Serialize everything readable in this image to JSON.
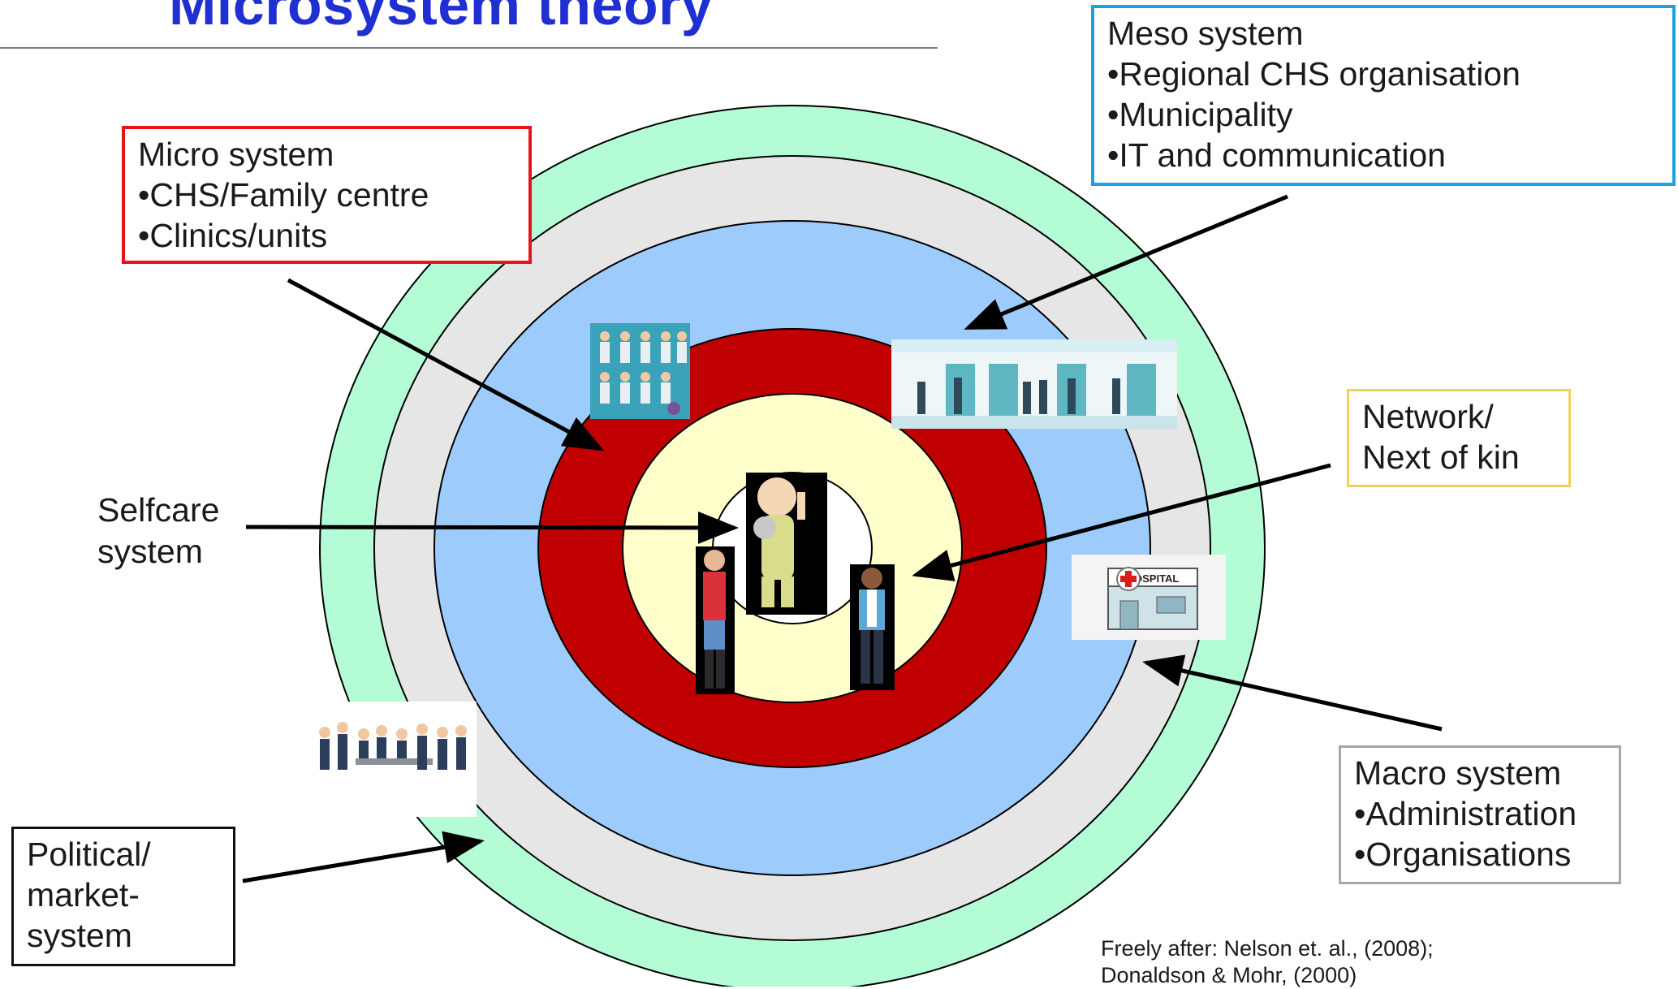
{
  "title": "Microsystem theory",
  "micro_box": {
    "heading": "Micro system",
    "items": [
      "•CHS/Family centre",
      "•Clinics/units"
    ]
  },
  "meso_box": {
    "heading": "Meso system",
    "items": [
      "•Regional CHS organisation",
      "•Municipality",
      "•IT and communication"
    ]
  },
  "network_box": {
    "lines": [
      "Network/",
      "Next of kin"
    ]
  },
  "macro_box": {
    "heading": "Macro system",
    "items": [
      "•Administration",
      "•Organisations"
    ]
  },
  "political_box": {
    "lines": [
      "Political/",
      "market-",
      "system"
    ]
  },
  "selfcare_label": {
    "lines": [
      "Selfcare",
      "system"
    ]
  },
  "citation": {
    "lines": [
      "Freely after: Nelson et. al., (2008);",
      "Donaldson & Mohr, (2000)"
    ]
  },
  "hospital_sign": "HOSPITAL",
  "colors": {
    "title": "#1f2fd1",
    "ring_outer_green": "#b3fcd6",
    "ring_grey": "#e6e6e6",
    "ring_blue": "#9ccbfc",
    "ring_red": "#c00000",
    "ring_yellow": "#ffffcc",
    "center": "#ffffff",
    "micro_border": "#e8141c",
    "meso_border": "#1ea0e6",
    "network_border": "#f0cf5a",
    "macro_border": "#a6a6a6",
    "political_border": "#111111"
  }
}
